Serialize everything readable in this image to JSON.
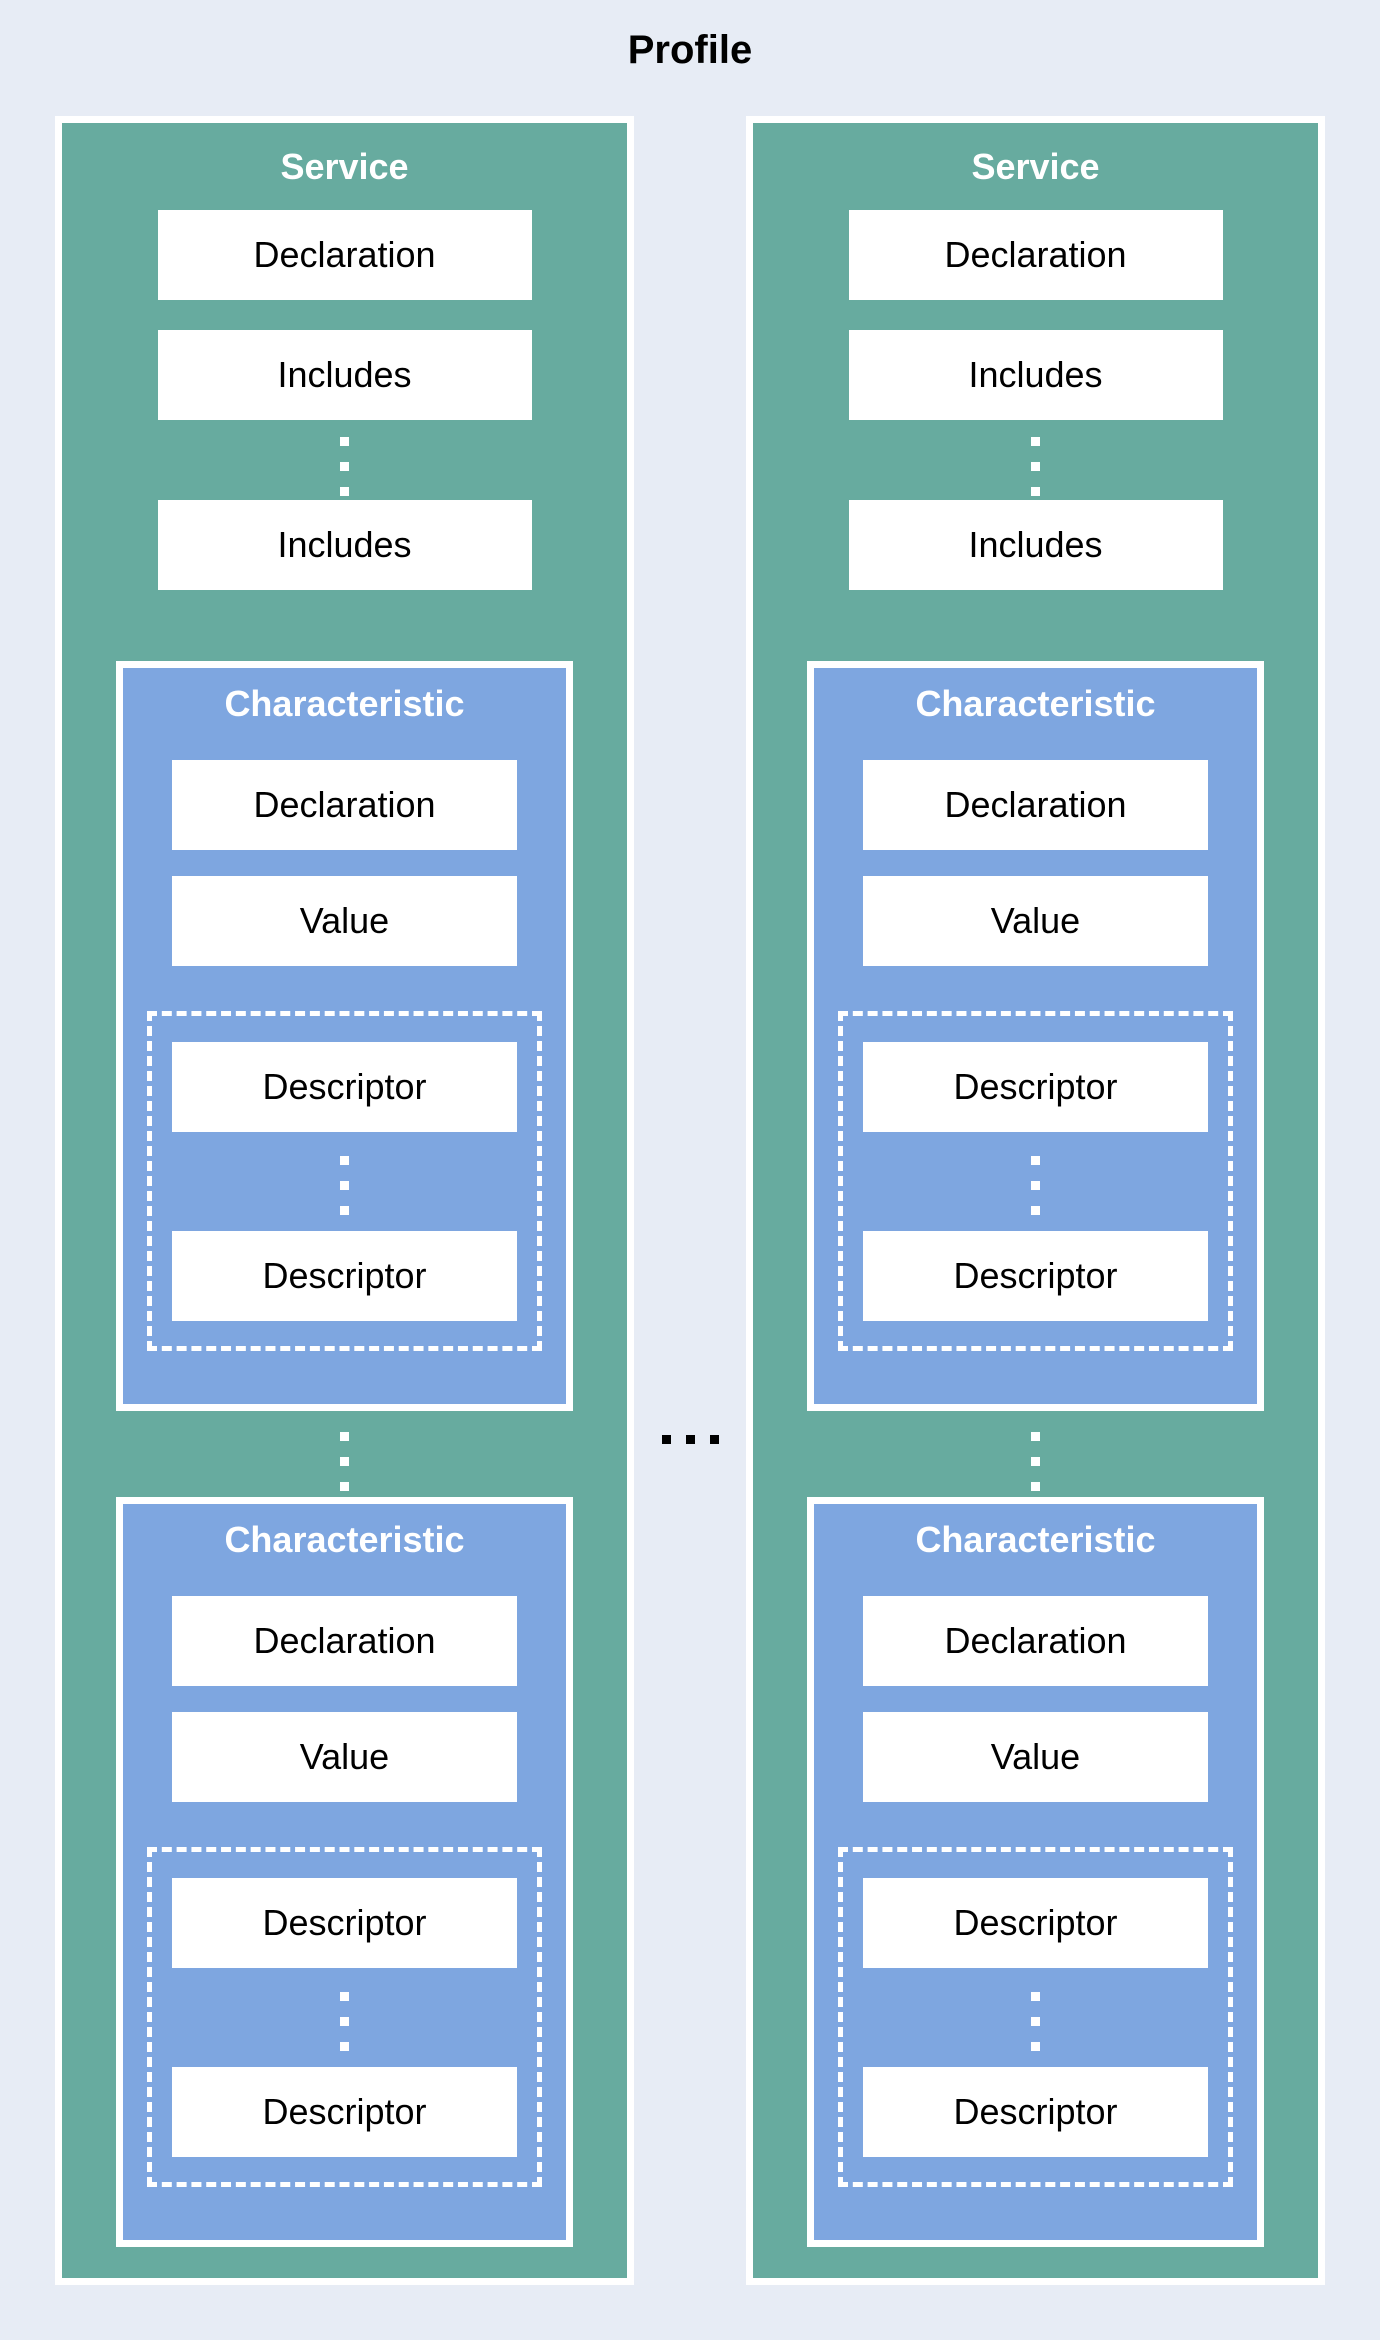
{
  "page": {
    "title": "Profile"
  },
  "colors": {
    "background": "#e7ecf5",
    "service_fill": "#67ab9f",
    "characteristic_fill": "#7ea6e0",
    "box_fill": "#ffffff",
    "heading_text": "#ffffff",
    "label_text": "#000000",
    "border_white": "#ffffff",
    "ellipsis_between_services": "#000000"
  },
  "icons": {
    "vertical_ellipsis": "⋮",
    "horizontal_ellipsis": "…"
  },
  "services": [
    {
      "title": "Service",
      "declaration_label": "Declaration",
      "includes": [
        "Includes",
        "Includes"
      ],
      "characteristics": [
        {
          "title": "Characteristic",
          "declaration_label": "Declaration",
          "value_label": "Value",
          "descriptors": [
            "Descriptor",
            "Descriptor"
          ]
        },
        {
          "title": "Characteristic",
          "declaration_label": "Declaration",
          "value_label": "Value",
          "descriptors": [
            "Descriptor",
            "Descriptor"
          ]
        }
      ]
    },
    {
      "title": "Service",
      "declaration_label": "Declaration",
      "includes": [
        "Includes",
        "Includes"
      ],
      "characteristics": [
        {
          "title": "Characteristic",
          "declaration_label": "Declaration",
          "value_label": "Value",
          "descriptors": [
            "Descriptor",
            "Descriptor"
          ]
        },
        {
          "title": "Characteristic",
          "declaration_label": "Declaration",
          "value_label": "Value",
          "descriptors": [
            "Descriptor",
            "Descriptor"
          ]
        }
      ]
    }
  ]
}
